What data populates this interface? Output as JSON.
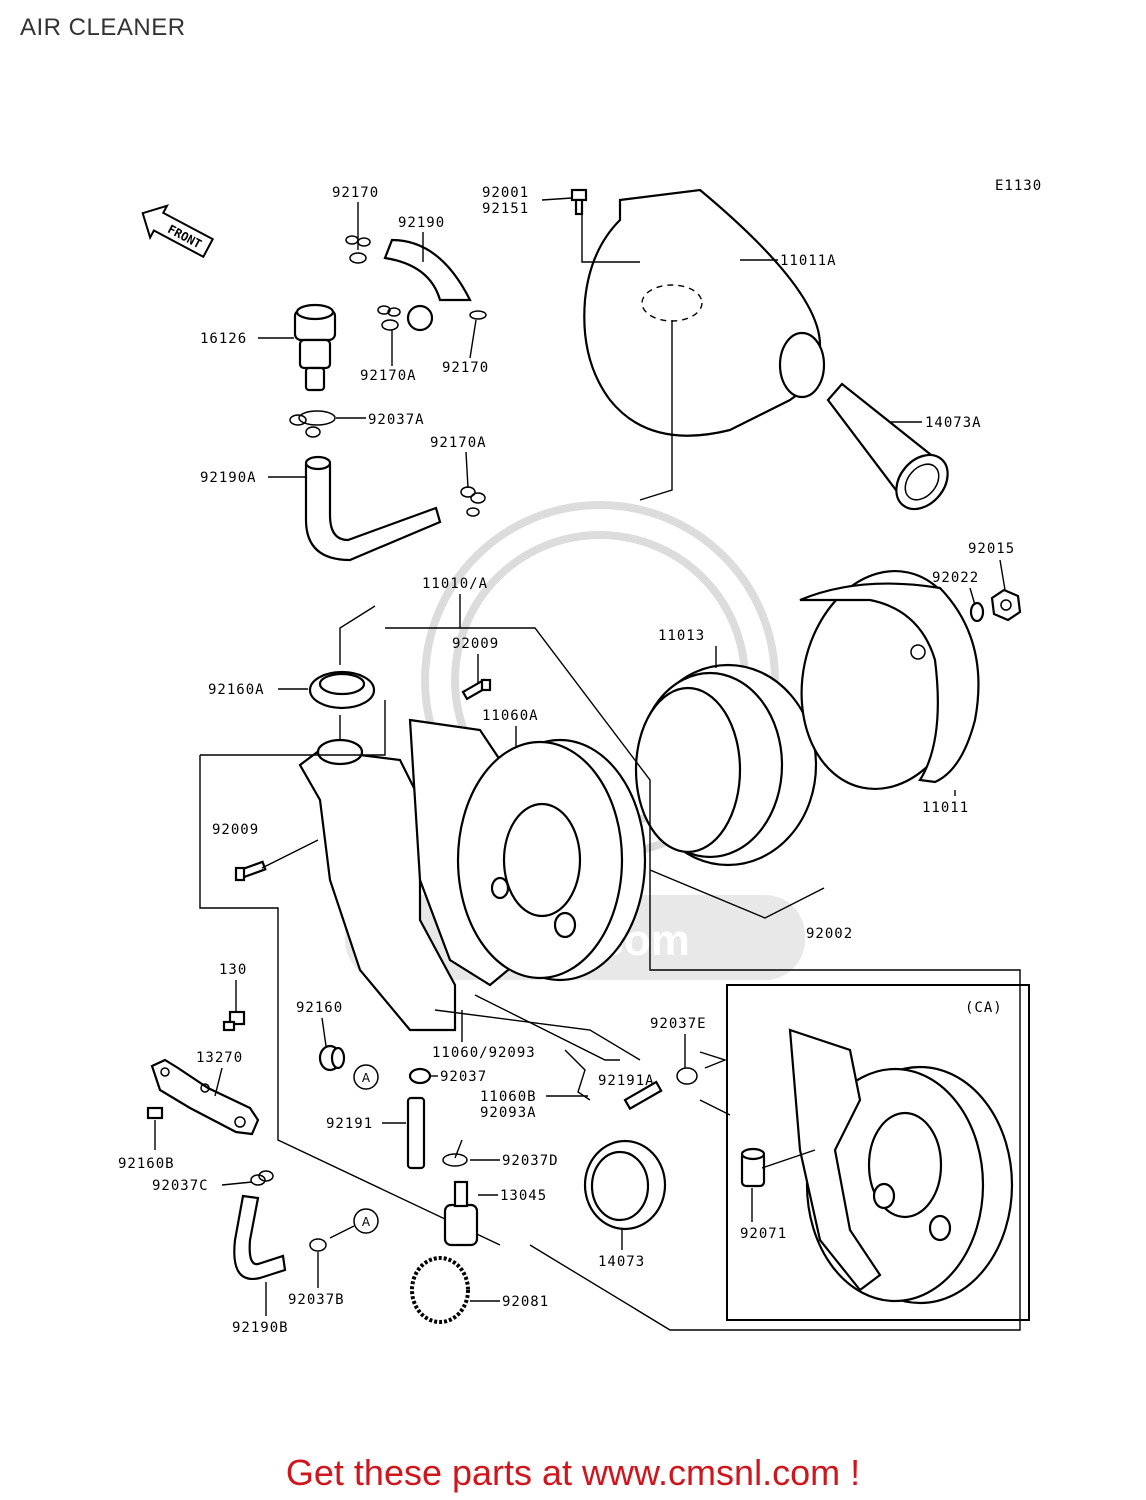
{
  "title": "AIR CLEANER",
  "footer": "Get these parts at www.cmsnl.com !",
  "diagram_code": "E1130",
  "front_arrow": "FRONT",
  "variant_box": "(CA)",
  "watermark": "cmsnl.com",
  "callout_marker": "A",
  "labels": {
    "p92170_top": "92170",
    "p92001": "92001",
    "p92151": "92151",
    "p92190": "92190",
    "p11011A": "11011A",
    "p16126": "16126",
    "p92170A_1": "92170A",
    "p92170_2": "92170",
    "p92037A": "92037A",
    "p14073A": "14073A",
    "p92170A_2": "92170A",
    "p92190A": "92190A",
    "p92015": "92015",
    "p92022": "92022",
    "p11010A": "11010/A",
    "p11013": "11013",
    "p92009_1": "92009",
    "p92160A": "92160A",
    "p11060A": "11060A",
    "p11011": "11011",
    "p92009_2": "92009",
    "p92002": "92002",
    "p130": "130",
    "p92160": "92160",
    "p92037E": "92037E",
    "p13270": "13270",
    "p11060_92093": "11060/92093",
    "p92037": "92037",
    "p92191A": "92191A",
    "p11060B": "11060B",
    "p92093A": "92093A",
    "p92191": "92191",
    "p92160B": "92160B",
    "p92037D": "92037D",
    "p92037C": "92037C",
    "p13045": "13045",
    "p14073": "14073",
    "p92071": "92071",
    "p92037B": "92037B",
    "p92081": "92081",
    "p92190B": "92190B"
  }
}
